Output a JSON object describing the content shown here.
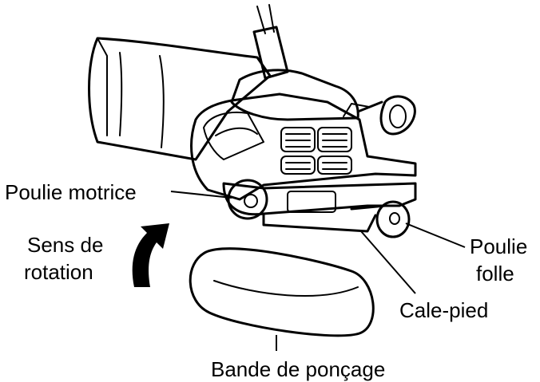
{
  "labels": {
    "drive_pulley": "Poulie motrice",
    "rotation_line1": "Sens de",
    "rotation_line2": "rotation",
    "idler_line1": "Poulie",
    "idler_line2": "folle",
    "foot_rest": "Cale-pied",
    "sanding_belt": "Bande de ponçage"
  },
  "colors": {
    "ink": "#000000",
    "background": "#ffffff"
  },
  "icons": {
    "rotation": "curved-arrow-up-right-icon"
  }
}
